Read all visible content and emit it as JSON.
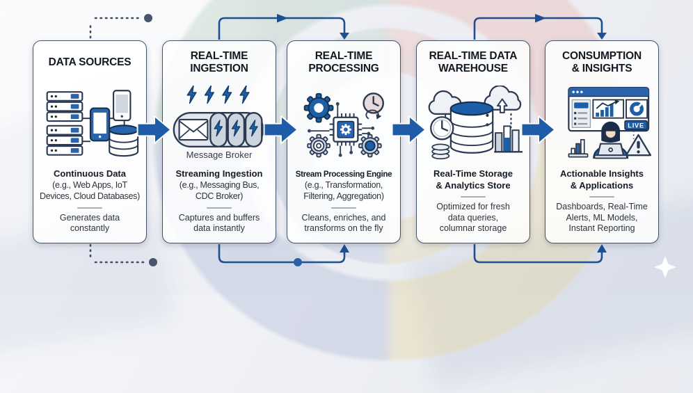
{
  "diagram": {
    "stages": [
      {
        "title": "DATA SOURCES",
        "icon": "servers-phone-database-icon",
        "icon_caption": "",
        "subtitle": "Continuous Data",
        "detail": "(e.g., Web Apps, IoT\nDevices, Cloud Databases)",
        "footer": "Generates data\nconstantly"
      },
      {
        "title": "REAL-TIME\nINGESTION",
        "icon": "message-broker-pipeline-icon",
        "icon_caption": "Message Broker",
        "subtitle": "Streaming Ingestion",
        "detail": "(e.g., Messaging Bus,\nCDC Broker)",
        "footer": "Captures and buffers\ndata instantly"
      },
      {
        "title": "REAL-TIME\nPROCESSING",
        "icon": "gears-cpu-clock-icon",
        "icon_caption": "",
        "subtitle": "Stream Processing Engine",
        "detail": "(e.g., Transformation,\nFiltering, Aggregation)",
        "footer": "Cleans, enriches, and\ntransforms on the fly"
      },
      {
        "title": "REAL-TIME DATA\nWAREHOUSE",
        "icon": "cloud-database-analytics-icon",
        "icon_caption": "",
        "subtitle": "Real-Time Storage\n& Analytics Store",
        "detail": "",
        "footer": "Optimized for fresh\ndata queries,\ncolumnar storage"
      },
      {
        "title": "CONSUMPTION\n& INSIGHTS",
        "icon": "dashboard-user-alerts-icon",
        "icon_caption": "",
        "subtitle": "Actionable Insights\n& Applications",
        "detail": "",
        "footer": "Dashboards, Real-Time\nAlerts, ML Models,\nInstant Reporting"
      }
    ],
    "badges": {
      "live_label": "LIVE"
    },
    "colors": {
      "arrow_blue": "#1e5ba8",
      "connector_blue": "#1d4f91",
      "icon_blue_dark": "#2a64ad",
      "icon_outline": "#2b3a52",
      "card_border": "#41526a",
      "text_dark": "#121921",
      "swirl_green": "#b4cfc0",
      "swirl_red": "#ecb6ae",
      "swirl_yellow": "#e9d79e",
      "swirl_blue": "#aeb8d6"
    }
  }
}
